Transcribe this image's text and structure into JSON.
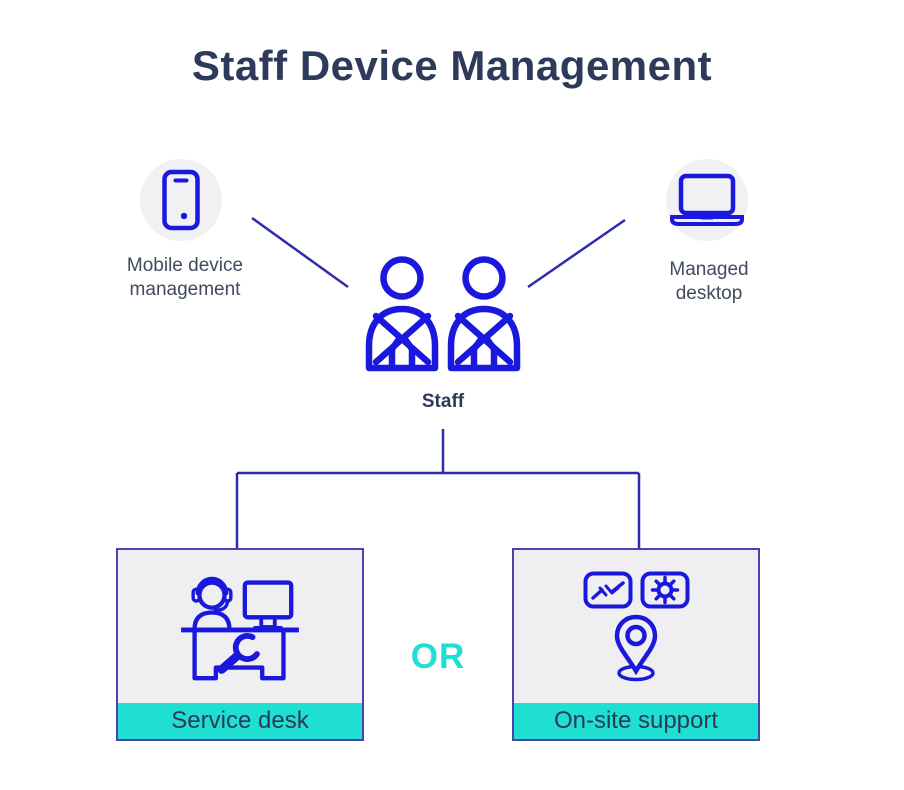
{
  "title": "Staff Device Management",
  "colors": {
    "title_text": "#2d3a5a",
    "label_text": "#424a5f",
    "icon_blue": "#1b18dd",
    "line_indigo": "#2e2ca9",
    "box_border": "#4a43ae",
    "box_fill": "#efeff1",
    "circle_fill": "#f1f1f3",
    "accent_cyan": "#1fdfd2",
    "box_label_text": "#2b3a57",
    "background": "#ffffff"
  },
  "branches": {
    "mobile": {
      "label": "Mobile device\nmanagement",
      "icon": "smartphone-icon"
    },
    "desktop": {
      "label": "Managed\ndesktop",
      "icon": "laptop-icon"
    }
  },
  "staff": {
    "label": "Staff",
    "icon": "two-people-icon"
  },
  "or_label": "OR",
  "options": [
    {
      "label": "Service desk",
      "icon": "helpdesk-agent-icon"
    },
    {
      "label": "On-site support",
      "icons": [
        "handshake-icon",
        "gear-icon",
        "location-pin-icon"
      ]
    }
  ]
}
